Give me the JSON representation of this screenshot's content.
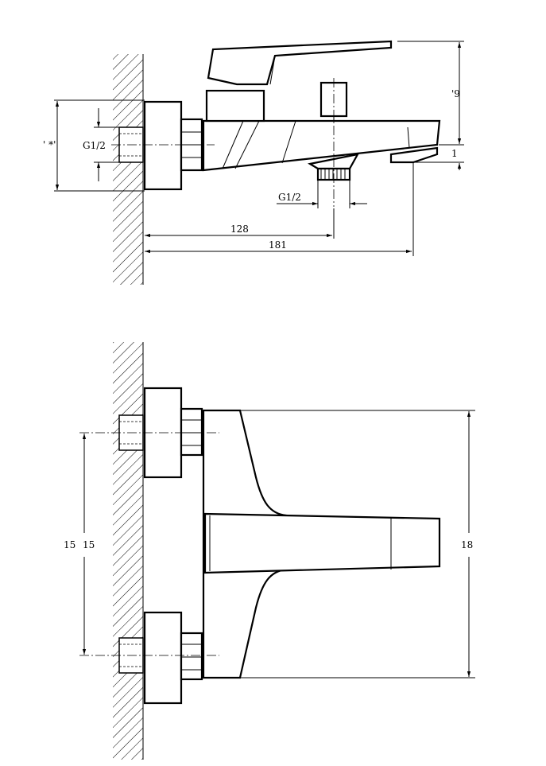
{
  "side_view": {
    "thread_left": "G1/2",
    "thread_outlet": "G1/2",
    "dim_wall_to_outlet": "128",
    "dim_wall_to_spout": "181",
    "dim_inlet_height": "' *'",
    "dim_top_height": "'9",
    "dim_spout_drop": "1"
  },
  "front_view": {
    "dim_inlet_spacing_a": "15",
    "dim_inlet_spacing_b": "15",
    "dim_total_height": "18"
  },
  "colors": {
    "line": "#000000",
    "background": "#ffffff"
  }
}
